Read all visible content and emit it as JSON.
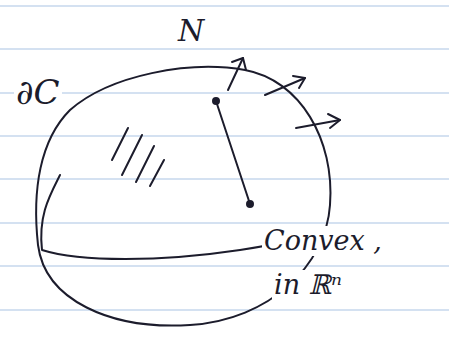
{
  "diagram": {
    "labels": [
      "∂C",
      "N",
      "Convex ,",
      "in ℝⁿ"
    ]
  }
}
